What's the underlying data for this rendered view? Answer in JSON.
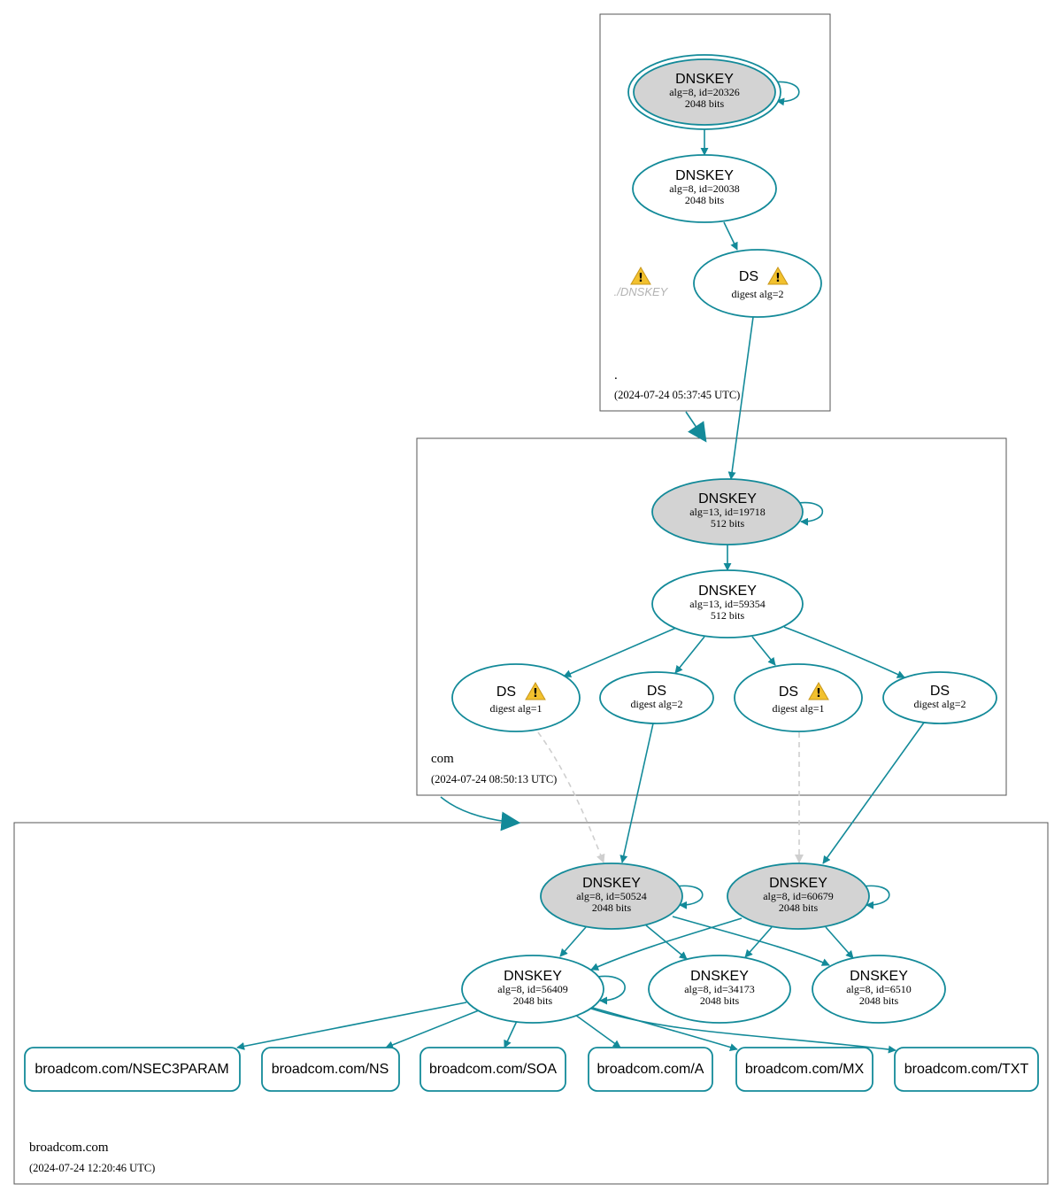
{
  "colors": {
    "edge": "#138a99",
    "ksk_fill": "#d3d3d3",
    "dangling_edge": "#cfcfcf",
    "warning": "#f2c12e"
  },
  "zones": [
    {
      "id": "root",
      "name": ".",
      "timestamp": "(2024-07-24 05:37:45 UTC)",
      "ghost_label": "./DNSKEY"
    },
    {
      "id": "com",
      "name": "com",
      "timestamp": "(2024-07-24 08:50:13 UTC)"
    },
    {
      "id": "broadcom",
      "name": "broadcom.com",
      "timestamp": "(2024-07-24 12:20:46 UTC)"
    }
  ],
  "nodes": {
    "root_ksk": {
      "title": "DNSKEY",
      "line1": "alg=8, id=20326",
      "line2": "2048 bits"
    },
    "root_zsk": {
      "title": "DNSKEY",
      "line1": "alg=8, id=20038",
      "line2": "2048 bits"
    },
    "root_ds": {
      "title": "DS",
      "line1": "digest alg=2"
    },
    "com_ksk": {
      "title": "DNSKEY",
      "line1": "alg=13, id=19718",
      "line2": "512 bits"
    },
    "com_zsk": {
      "title": "DNSKEY",
      "line1": "alg=13, id=59354",
      "line2": "512 bits"
    },
    "com_ds1": {
      "title": "DS",
      "line1": "digest alg=1"
    },
    "com_ds2": {
      "title": "DS",
      "line1": "digest alg=2"
    },
    "com_ds3": {
      "title": "DS",
      "line1": "digest alg=1"
    },
    "com_ds4": {
      "title": "DS",
      "line1": "digest alg=2"
    },
    "bc_ksk1": {
      "title": "DNSKEY",
      "line1": "alg=8, id=50524",
      "line2": "2048 bits"
    },
    "bc_ksk2": {
      "title": "DNSKEY",
      "line1": "alg=8, id=60679",
      "line2": "2048 bits"
    },
    "bc_zsk1": {
      "title": "DNSKEY",
      "line1": "alg=8, id=56409",
      "line2": "2048 bits"
    },
    "bc_zsk2": {
      "title": "DNSKEY",
      "line1": "alg=8, id=34173",
      "line2": "2048 bits"
    },
    "bc_zsk3": {
      "title": "DNSKEY",
      "line1": "alg=8, id=6510",
      "line2": "2048 bits"
    }
  },
  "rrsets": [
    "broadcom.com/NSEC3PARAM",
    "broadcom.com/NS",
    "broadcom.com/SOA",
    "broadcom.com/A",
    "broadcom.com/MX",
    "broadcom.com/TXT"
  ],
  "warning_icon": "warning-icon"
}
